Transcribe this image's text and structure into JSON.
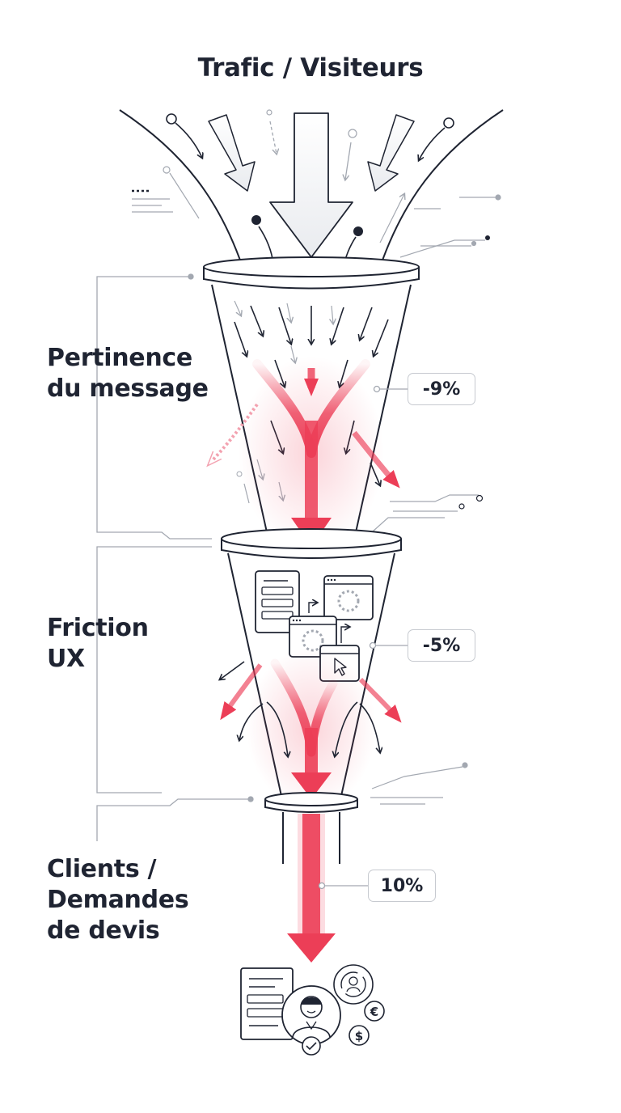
{
  "title": "Trafic / Visiteurs",
  "stages": [
    {
      "lines": [
        "Pertinence",
        "du message"
      ],
      "percent": "-9%"
    },
    {
      "lines": [
        "Friction",
        "UX"
      ],
      "percent": "-5%"
    },
    {
      "lines": [
        "Clients /",
        "Demandes",
        "de devis"
      ],
      "percent": "10%"
    }
  ],
  "icons": [
    "funnel-icon",
    "form-window-icon",
    "loading-window-icon",
    "cursor-window-icon",
    "document-icon",
    "customer-avatar-icon",
    "refresh-user-icon",
    "euro-icon",
    "dollar-icon",
    "checkmark-icon"
  ],
  "colors": {
    "accent": "#ec3e57",
    "ink": "#1f2432",
    "muted": "#a3a8b1",
    "outline": "#c7cad0"
  }
}
